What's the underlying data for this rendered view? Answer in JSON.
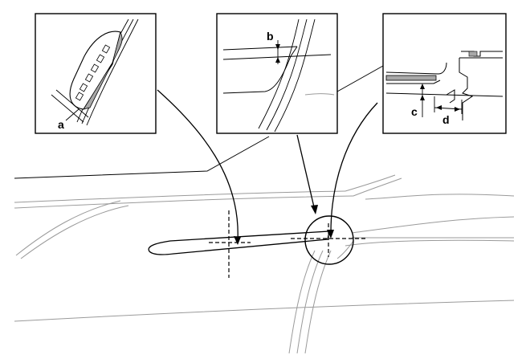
{
  "callouts": {
    "a": "a",
    "b": "b",
    "c": "c",
    "d": "d"
  },
  "colors": {
    "line": "#000000",
    "body_line": "#9a9a9a",
    "seal_fill": "#a8a8a8",
    "background": "#ffffff"
  }
}
